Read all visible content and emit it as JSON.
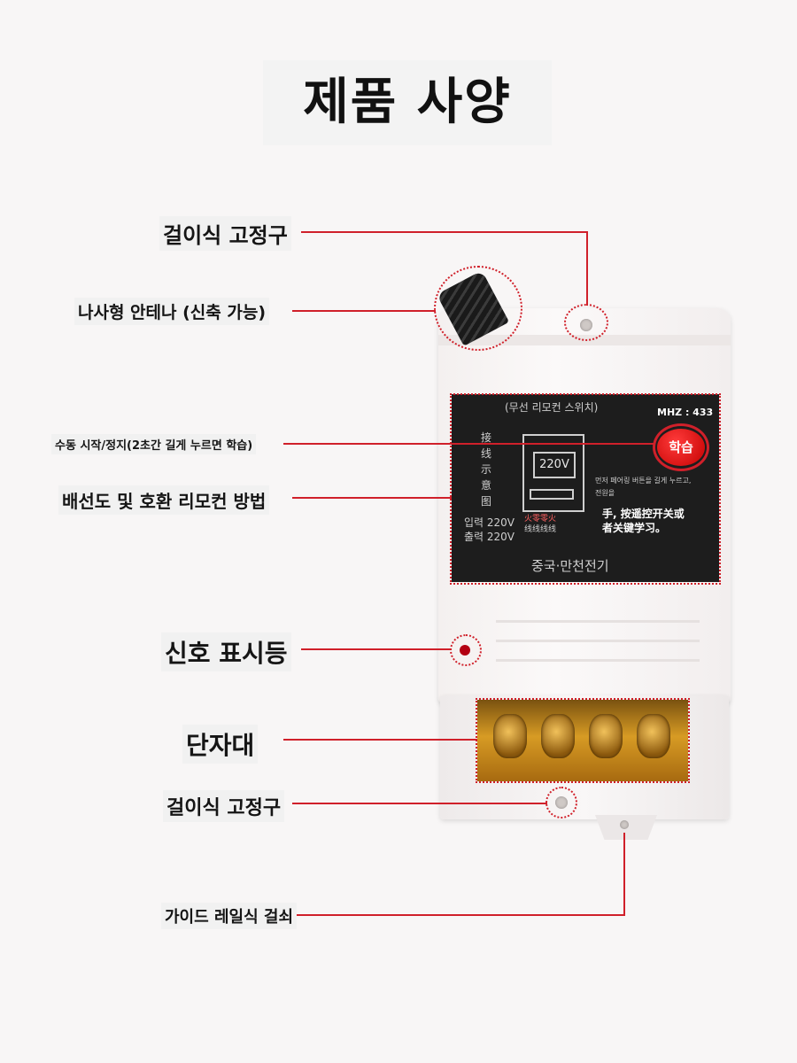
{
  "title": "제품 사양",
  "labels": {
    "hanging_fixture_top": "걸이식 고정구",
    "antenna": "나사형 안테나 (신축 가능)",
    "manual_button": "수동 시작/정지(2초간 길게 누르면 학습)",
    "wiring_diagram": "배선도 및 호환 리모컨 방법",
    "signal_light": "신호 표시등",
    "terminal_block": "단자대",
    "hanging_fixture_bottom": "걸이식 고정구",
    "din_rail": "가이드 레일식 걸쇠"
  },
  "panel": {
    "heading": "(무선 리모컨 스위치)",
    "freq": "MHZ : 433",
    "diagram_title": [
      "接",
      "线",
      "示",
      "意",
      "图"
    ],
    "meter_voltage": "220V",
    "input": "입력 220V",
    "output": "출력 220V",
    "note_kr": "먼저 페어링 버튼을 길게 누르고,",
    "note_kr2": "전원을",
    "note_cn": "手, 按遥控开关或",
    "note_cn2": "者关键学习。",
    "note_cn0": "",
    "wire_labels": "火零零火",
    "wire_labels2": "线线线线",
    "brand": "중국·만천전기",
    "learn_button": "학습"
  },
  "colors": {
    "accent_line": "#d0202a",
    "background": "#f8f6f6"
  }
}
